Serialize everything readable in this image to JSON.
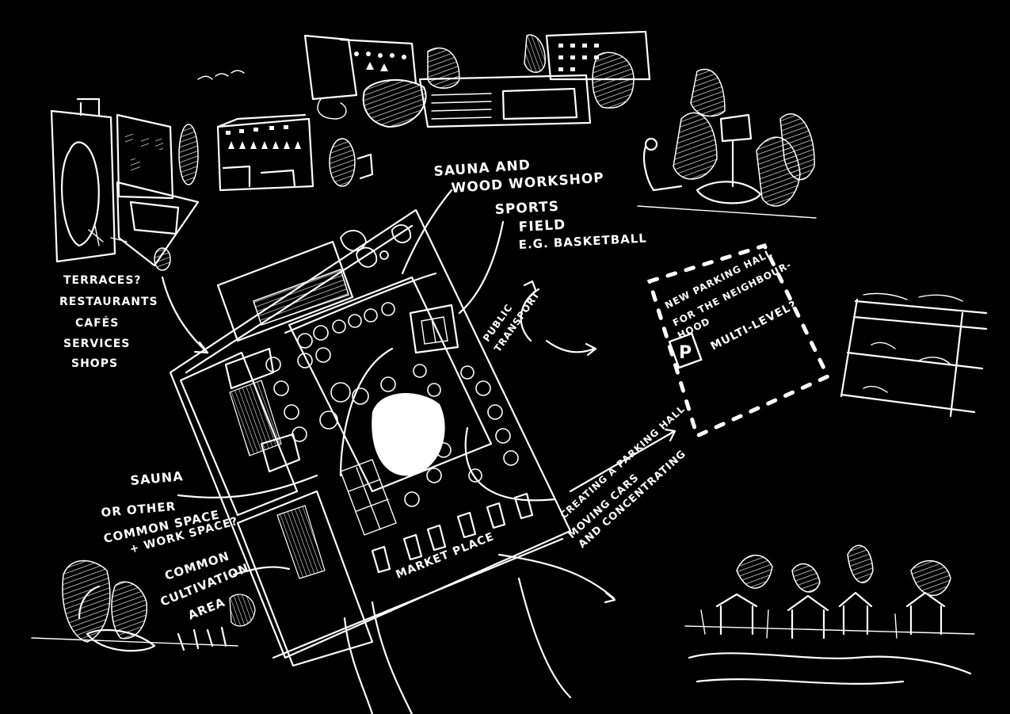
{
  "labels": {
    "sauna_workshop": [
      "SAUNA AND",
      "WOOD WORKSHOP"
    ],
    "sports_field": [
      "SPORTS",
      "FIELD",
      "E.G. BASKETBALL"
    ],
    "terraces": [
      "TERRACES?",
      "RESTAURANTS",
      "CAFÉS",
      "SERVICES",
      "SHOPS"
    ],
    "public_transport": [
      "PUBLIC",
      "TRANSPORT"
    ],
    "parking_hall": [
      "NEW PARKING HALL",
      "FOR THE NEIGHBOUR-",
      "HOOD"
    ],
    "multi_level": "MULTI-LEVEL?",
    "parking_symbol": "P",
    "sauna_common": [
      "SAUNA",
      "OR OTHER",
      "COMMON SPACE",
      "+ WORK SPACE?"
    ],
    "cultivation": [
      "COMMON",
      "CULTIVATION",
      "AREA"
    ],
    "market_place": "MARKET PLACE",
    "creating_parking": "CREATING A PARKING HALL",
    "moving_cars": [
      "MOVING CARS",
      "AND CONCENTRATING"
    ]
  },
  "colors": {
    "background": "#000000",
    "ink": "#ffffff"
  }
}
